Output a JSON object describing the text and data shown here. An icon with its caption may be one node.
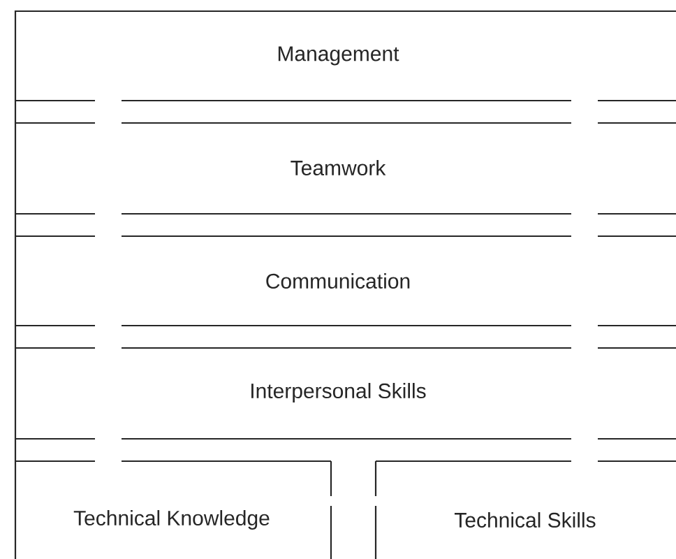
{
  "diagram": {
    "nodes": [
      {
        "text": [
          "Management"
        ]
      },
      {
        "text": [
          "Teamwork"
        ]
      },
      {
        "text": [
          "Communication"
        ]
      },
      {
        "text": [
          "Interpersonal Skills"
        ]
      },
      {
        "text": [
          "Technical Knowledge"
        ]
      },
      {
        "text": [
          "Technical Skills"
        ]
      }
    ]
  }
}
